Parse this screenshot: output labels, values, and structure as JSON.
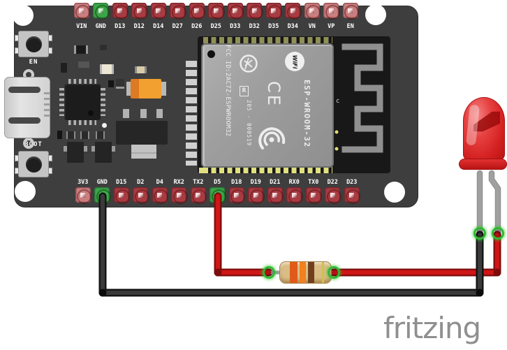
{
  "board": {
    "en_label": "EN",
    "boot_label": "BOOT",
    "top_pins": [
      {
        "label": "VIN",
        "type": "power"
      },
      {
        "label": "GND",
        "type": "active"
      },
      {
        "label": "D13",
        "type": "io"
      },
      {
        "label": "D12",
        "type": "io"
      },
      {
        "label": "D14",
        "type": "io"
      },
      {
        "label": "D27",
        "type": "io"
      },
      {
        "label": "D26",
        "type": "io"
      },
      {
        "label": "D25",
        "type": "io"
      },
      {
        "label": "D33",
        "type": "io"
      },
      {
        "label": "D32",
        "type": "io"
      },
      {
        "label": "D35",
        "type": "io"
      },
      {
        "label": "D34",
        "type": "io"
      },
      {
        "label": "VN",
        "type": "power"
      },
      {
        "label": "VP",
        "type": "power"
      },
      {
        "label": "EN",
        "type": "power"
      }
    ],
    "bottom_pins": [
      {
        "label": "3V3",
        "type": "power"
      },
      {
        "label": "GND",
        "type": "active"
      },
      {
        "label": "D15",
        "type": "io"
      },
      {
        "label": "D2",
        "type": "io"
      },
      {
        "label": "D4",
        "type": "io"
      },
      {
        "label": "RX2",
        "type": "io"
      },
      {
        "label": "TX2",
        "type": "io"
      },
      {
        "label": "D5",
        "type": "active"
      },
      {
        "label": "D18",
        "type": "io"
      },
      {
        "label": "D19",
        "type": "io"
      },
      {
        "label": "D21",
        "type": "io"
      },
      {
        "label": "RX0",
        "type": "io"
      },
      {
        "label": "TX0",
        "type": "io"
      },
      {
        "label": "D22",
        "type": "io"
      },
      {
        "label": "D23",
        "type": "io"
      }
    ],
    "module": {
      "fcc_id": "FCC ID:2AC7Z-ESPWROOM32",
      "model": "ESP-WROOM-32",
      "r_mark": "R",
      "reg_number": "205 - 000519",
      "ce_mark": "CE",
      "wifi_mark": "WiFi",
      "antenna_mark": "c"
    }
  },
  "circuit": {
    "led": {
      "part": "red LED"
    },
    "resistor": {
      "band_colors": [
        "#e05a1a",
        "#f08020",
        "#6f3f1e",
        "#cfc050"
      ]
    },
    "wires": [
      {
        "name": "ground-wire",
        "color": "#2e2e2e",
        "from": "GND",
        "to": "LED cathode"
      },
      {
        "name": "signal-wire",
        "color": "#cf1616",
        "from": "D5",
        "to": "LED anode"
      }
    ]
  },
  "watermark": "fritzing",
  "colors": {
    "board": "#3e3e3e",
    "pcb": "#181818",
    "shield": "#9e9e9e",
    "antenna": "#8f8f8f",
    "wire-black": "#3a3a3a",
    "wire-black-edge": "#101010",
    "wire-red": "#cf1616",
    "wire-red-edge": "#7c0c0c",
    "led-red": "#df3434",
    "resistor-body": "#d9bd85",
    "ring-green": "#2eb82e",
    "watermark-gray": "#8f8f8f"
  }
}
